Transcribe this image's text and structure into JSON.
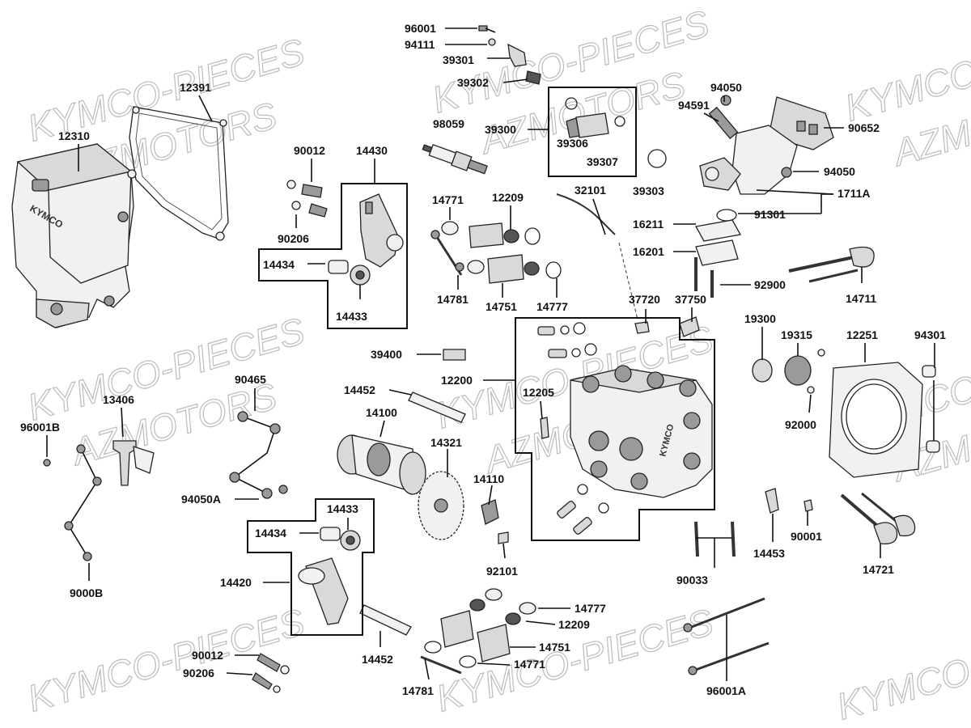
{
  "watermarks": [
    "KYMCO-PIECES",
    "AZMOTORS"
  ],
  "cover_logo": "KYMCO",
  "head_logo": "KYMCO",
  "parts": {
    "p96001": "96001",
    "p94111": "94111",
    "p39301": "39301",
    "p39302": "39302",
    "p39300": "39300",
    "p39306": "39306",
    "p39307": "39307",
    "p39303": "39303",
    "p98059": "98059",
    "p12391": "12391",
    "p12310": "12310",
    "p90012": "90012",
    "p14430": "14430",
    "p90206": "90206",
    "p14434": "14434",
    "p14433": "14433",
    "p14771": "14771",
    "p12209": "12209",
    "p14781": "14781",
    "p14751": "14751",
    "p14777": "14777",
    "p32101": "32101",
    "p37720": "37720",
    "p37750": "37750",
    "p94050": "94050",
    "p94591": "94591",
    "p90652": "90652",
    "p94050b": "94050",
    "p1711A": "1711A",
    "p91301": "91301",
    "p16211": "16211",
    "p16201": "16201",
    "p92900": "92900",
    "p14711": "14711",
    "p39400": "39400",
    "p14452": "14452",
    "p12200": "12200",
    "p12205": "12205",
    "p14100": "14100",
    "p14321": "14321",
    "p14110": "14110",
    "p92101": "92101",
    "p19300": "19300",
    "p19315": "19315",
    "p12251": "12251",
    "p94301": "94301",
    "p92000": "92000",
    "p90465": "90465",
    "p13406": "13406",
    "p96001B": "96001B",
    "p94050A": "94050A",
    "p9000B": "9000B",
    "p14433b": "14433",
    "p14434b": "14434",
    "p14420": "14420",
    "p90033": "90033",
    "p14453": "14453",
    "p90001": "90001",
    "p14721": "14721",
    "p14777b": "14777",
    "p12209b": "12209",
    "p14751b": "14751",
    "p14771b": "14771",
    "p14452b": "14452",
    "p14781b": "14781",
    "p90012b": "90012",
    "p90206b": "90206",
    "p96001A": "96001A"
  }
}
